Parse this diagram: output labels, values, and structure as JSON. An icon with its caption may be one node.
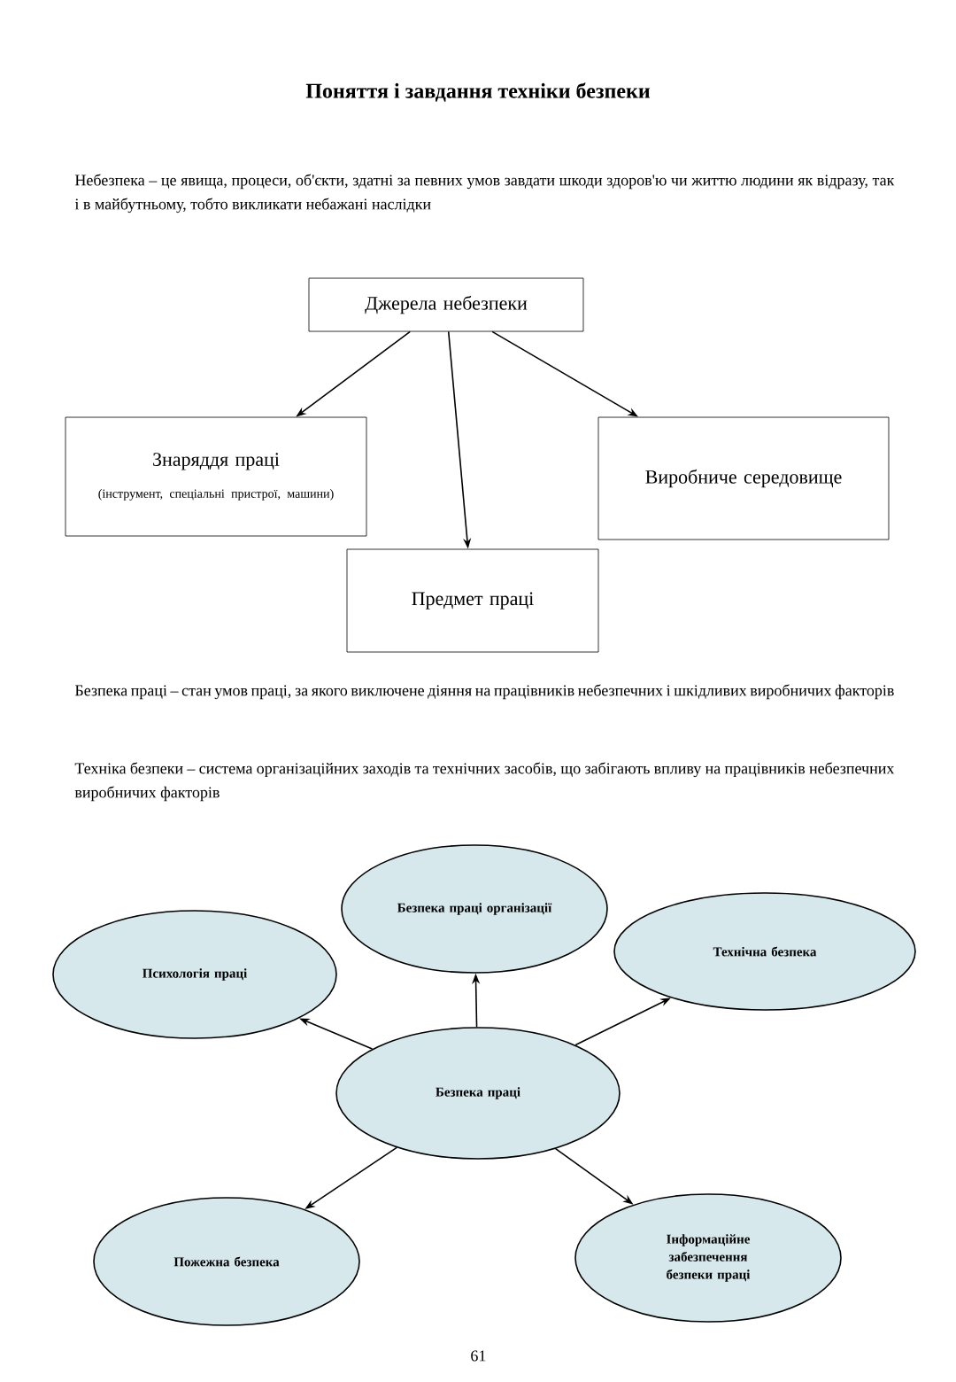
{
  "diagram": {
    "title": "Поняття і завдання техніки безпеки",
    "nodes": [
      {
        "text": [
          "Джерела небезпеки"
        ]
      },
      {
        "text": [
          "Знаряддя праці",
          "(інструмент, спеціальні пристрої, машини)"
        ]
      },
      {
        "text": [
          "Виробниче середовище"
        ]
      },
      {
        "text": [
          "Предмет праці"
        ]
      },
      {
        "text": [
          "Безпека праці організації"
        ]
      },
      {
        "text": [
          "Технічна безпека"
        ]
      },
      {
        "text": [
          "Психологія праці"
        ]
      },
      {
        "text": [
          "Безпека праці"
        ]
      },
      {
        "text": [
          "Пожежна безпека"
        ]
      },
      {
        "text": [
          "Інформаційне забезпечення безпеки праці"
        ]
      }
    ],
    "edges": [
      {
        "from": 0,
        "to": 1,
        "arrow": "to"
      },
      {
        "from": 0,
        "to": 3,
        "arrow": "to"
      },
      {
        "from": 0,
        "to": 2,
        "arrow": "to"
      },
      {
        "from": 7,
        "to": 6,
        "arrow": "to"
      },
      {
        "from": 7,
        "to": 4,
        "arrow": "to"
      },
      {
        "from": 7,
        "to": 5,
        "arrow": "to"
      },
      {
        "from": 7,
        "to": 8,
        "arrow": "to"
      },
      {
        "from": 7,
        "to": 9,
        "arrow": "to"
      }
    ],
    "labels": [
      "Небезпека – це явища, процеси, об'єкти, здатні за певних умов завдати шкоди здоров'ю чи життю людини як відразу, так і в майбутньому, тобто викликати небажані наслідки",
      "Безпека праці – стан умов праці, за якого виключене діяння на працівників небезпечних і шкідливих виробничих факторів",
      "Техніка безпеки – система організаційних заходів та технічних засобів, що забігають впливу на працівників небезпечних виробничих факторів",
      "61"
    ]
  }
}
